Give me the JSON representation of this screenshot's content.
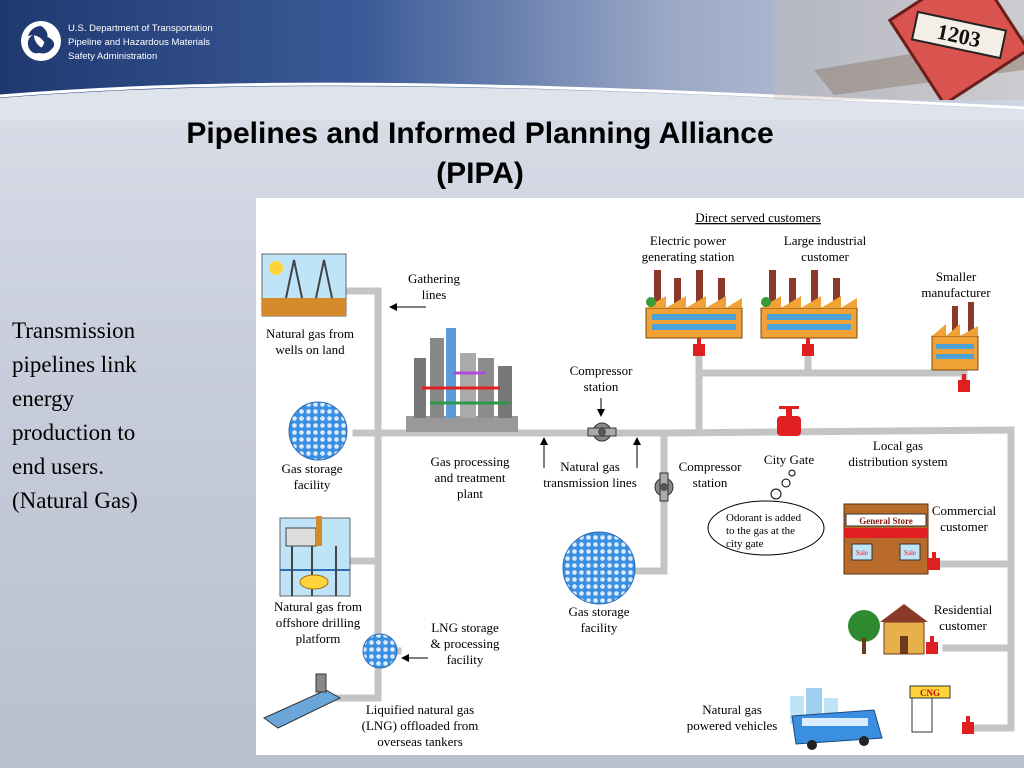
{
  "header": {
    "agency_line1": "U.S. Department of Transportation",
    "agency_line2": "Pipeline and Hazardous Materials",
    "agency_line3": "Safety Administration",
    "placard_number": "1203"
  },
  "title": {
    "line1": "Pipelines and Informed Planning Alliance",
    "line2": "(PIPA)"
  },
  "side_text": [
    "Transmission",
    "pipelines link",
    "energy",
    "production to",
    "end users.",
    "(Natural Gas)"
  ],
  "diagram": {
    "direct_served": "Direct served customers",
    "electric_power": [
      "Electric power",
      "generating station"
    ],
    "large_industrial": [
      "Large industrial",
      "customer"
    ],
    "smaller_manufacturer": [
      "Smaller",
      "manufacturer"
    ],
    "gathering_lines": [
      "Gathering",
      "lines"
    ],
    "natural_gas_wells": [
      "Natural gas from",
      "wells on land"
    ],
    "compressor_station_1": [
      "Compressor",
      "station"
    ],
    "gas_storage_1": [
      "Gas storage",
      "facility"
    ],
    "gas_processing": [
      "Gas processing",
      "and treatment",
      "plant"
    ],
    "transmission_lines": [
      "Natural gas",
      "transmission lines"
    ],
    "compressor_station_2": [
      "Compressor",
      "station"
    ],
    "city_gate": "City Gate",
    "local_distribution": [
      "Local gas",
      "distribution system"
    ],
    "odorant": [
      "Odorant is added",
      "to the gas at the",
      "city gate"
    ],
    "commercial": [
      "Commercial",
      "customer"
    ],
    "store_sign": "General Store",
    "store_sale": "Sale",
    "offshore": [
      "Natural gas from",
      "offshore drilling",
      "platform"
    ],
    "gas_storage_2": [
      "Gas storage",
      "facility"
    ],
    "residential": [
      "Residential",
      "customer"
    ],
    "lng_storage": [
      "LNG storage",
      "& processing",
      "facility"
    ],
    "lng_offloaded": [
      "Liquified natural gas",
      "(LNG) offloaded from",
      "overseas tankers"
    ],
    "vehicles": [
      "Natural gas",
      "powered vehicles"
    ],
    "cng": "CNG"
  }
}
